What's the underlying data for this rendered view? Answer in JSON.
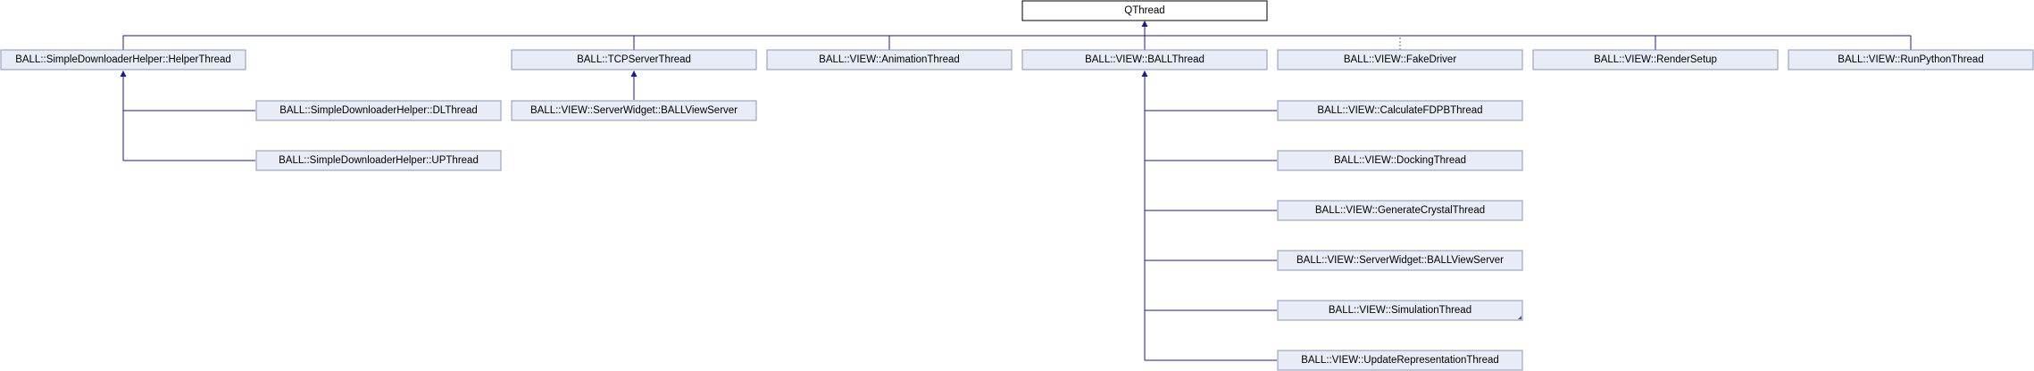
{
  "nodes": {
    "qthread": "QThread",
    "helper_thread": "BALL::SimpleDownloaderHelper::HelperThread",
    "tcp_server_thread": "BALL::TCPServerThread",
    "animation_thread": "BALL::VIEW::AnimationThread",
    "ball_thread": "BALL::VIEW::BALLThread",
    "fake_driver": "BALL::VIEW::FakeDriver",
    "render_setup": "BALL::VIEW::RenderSetup",
    "run_python_thread": "BALL::VIEW::RunPythonThread",
    "dl_thread": "BALL::SimpleDownloaderHelper::DLThread",
    "up_thread": "BALL::SimpleDownloaderHelper::UPThread",
    "ballview_server_tcp": "BALL::VIEW::ServerWidget::BALLViewServer",
    "calculate_fdpb_thread": "BALL::VIEW::CalculateFDPBThread",
    "docking_thread": "BALL::VIEW::DockingThread",
    "generate_crystal_thread": "BALL::VIEW::GenerateCrystalThread",
    "ballview_server_ball": "BALL::VIEW::ServerWidget::BALLViewServer",
    "simulation_thread": "BALL::VIEW::SimulationThread",
    "update_representation_thread": "BALL::VIEW::UpdateRepresentationThread"
  },
  "colors": {
    "edge": "#1a1a9e",
    "edge_dotted": "#2e8b57",
    "node_fill": "#e8ecf6",
    "node_border": "#8a96b8"
  }
}
